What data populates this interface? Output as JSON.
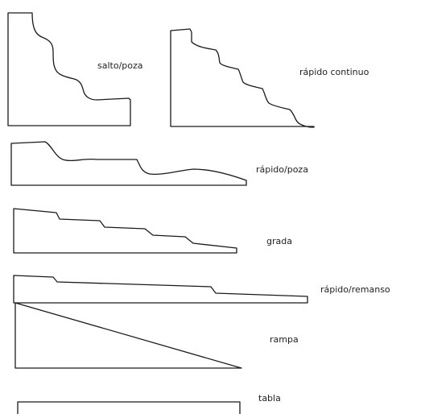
{
  "labels": {
    "salto_poza": "salto/poza",
    "rapido_continuo": "rápido continuo",
    "rapido_poza": "rápido/poza",
    "grada": "grada",
    "rapido_remanso": "rápido/remanso",
    "rampa": "rampa",
    "tabla": "tabla"
  },
  "colors": {
    "line": "#1a1a1a",
    "text": "#222222",
    "background": "#ffffff"
  }
}
